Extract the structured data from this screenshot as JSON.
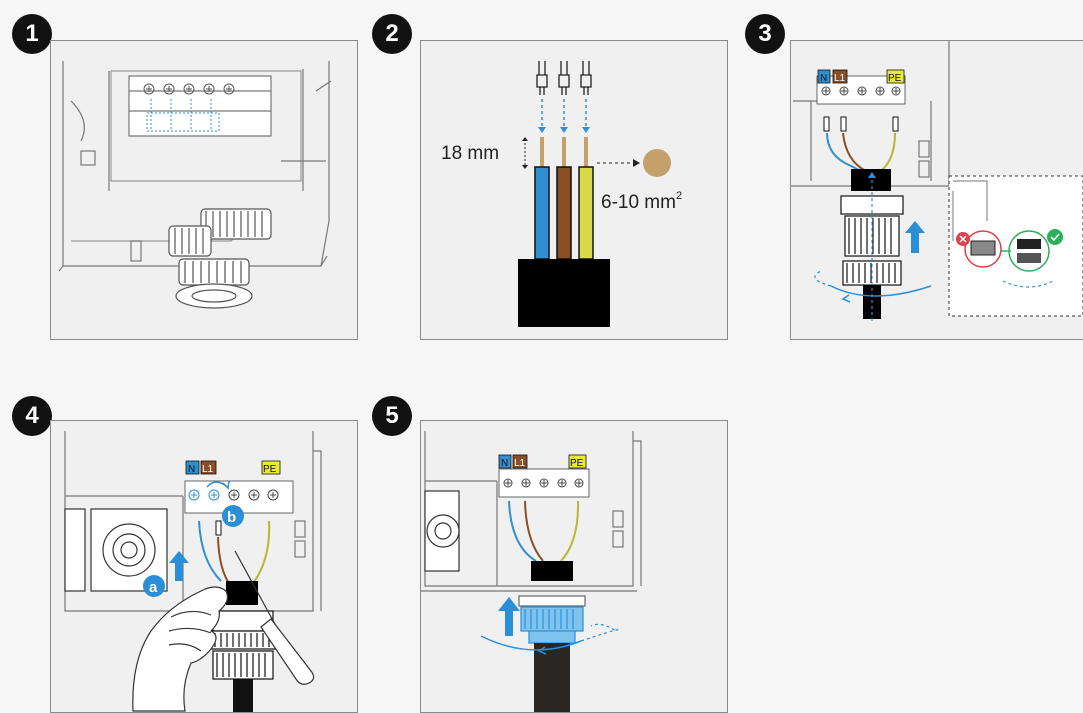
{
  "steps": [
    {
      "number": "1"
    },
    {
      "number": "2",
      "strip_length": "18 mm",
      "cross_section": "6-10 mm",
      "cross_section_sup": "2"
    },
    {
      "number": "3",
      "terminal_labels": [
        "N",
        "L1",
        "PE"
      ]
    },
    {
      "number": "4",
      "terminal_labels": [
        "N",
        "L1",
        "PE"
      ],
      "callouts": [
        "a",
        "b"
      ]
    },
    {
      "number": "5",
      "terminal_labels": [
        "N",
        "L1",
        "PE"
      ]
    }
  ],
  "colors": {
    "neutral": "#2f8fd0",
    "line": "#8a4f24",
    "earth": "#d7d94a",
    "accent": "#2a8fd6",
    "wrong": "#e0404a",
    "correct": "#2bb05a",
    "badge": "#111111"
  }
}
